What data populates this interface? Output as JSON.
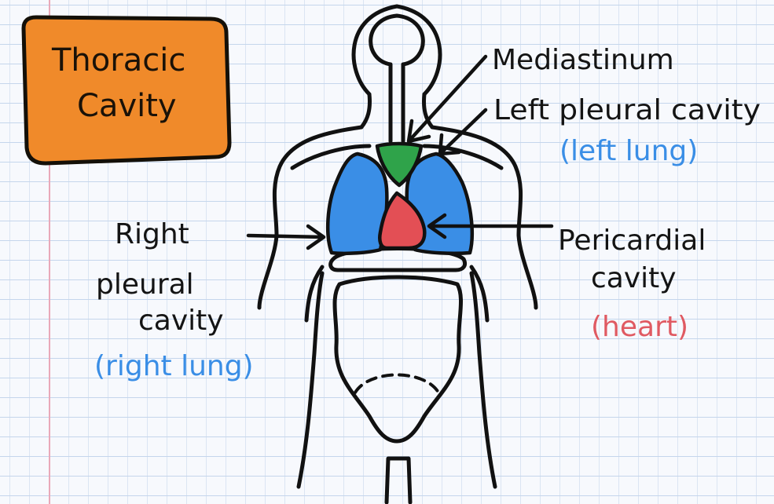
{
  "title": {
    "line1": "Thoracic",
    "line2": "Cavity",
    "box_color": "#f08a2a"
  },
  "labels": {
    "mediastinum": "Mediastinum",
    "left_pleural": "Left pleural cavity",
    "left_lung": "(left lung)",
    "right_line1": "Right",
    "right_line2": "pleural",
    "right_line3": "cavity",
    "right_lung": "(right lung)",
    "pericardial_line1": "Pericardial",
    "pericardial_line2": "cavity",
    "heart": "(heart)"
  },
  "colors": {
    "lungs": "#3a8ee6",
    "mediastinum": "#2fa34a",
    "heart": "#e34f55",
    "lung_text": "#3a8ee6",
    "heart_text": "#e05a62",
    "ink": "#111111"
  }
}
